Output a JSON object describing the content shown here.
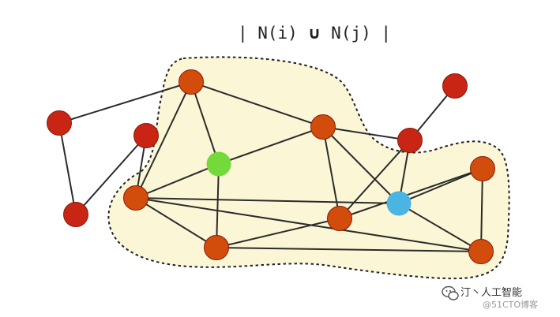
{
  "title": {
    "left": "| N(i) ",
    "union": "∪",
    "right": " N(j) |"
  },
  "colors": {
    "region_fill": "#fbf7d6",
    "region_stroke": "#222222",
    "edge": "#2b2b2b",
    "node_red": "#c82514",
    "node_orange": "#d24c0c",
    "node_green": "#74d93a",
    "node_blue": "#4cb4e3",
    "node_outline": "#8a1a0a"
  },
  "nodes": [
    {
      "id": "a",
      "kind": "red"
    },
    {
      "id": "b",
      "kind": "red"
    },
    {
      "id": "c",
      "kind": "red"
    },
    {
      "id": "d",
      "kind": "red"
    },
    {
      "id": "e",
      "kind": "red"
    },
    {
      "id": "f",
      "kind": "orange"
    },
    {
      "id": "g",
      "kind": "green"
    },
    {
      "id": "h",
      "kind": "orange"
    },
    {
      "id": "k",
      "kind": "orange"
    },
    {
      "id": "l",
      "kind": "orange"
    },
    {
      "id": "m",
      "kind": "orange"
    },
    {
      "id": "n",
      "kind": "blue"
    },
    {
      "id": "o",
      "kind": "orange"
    },
    {
      "id": "p",
      "kind": "orange"
    }
  ],
  "edges": [
    [
      "a",
      "b"
    ],
    [
      "a",
      "f"
    ],
    [
      "b",
      "c"
    ],
    [
      "c",
      "f"
    ],
    [
      "f",
      "g"
    ],
    [
      "f",
      "l"
    ],
    [
      "f",
      "h"
    ],
    [
      "h",
      "g"
    ],
    [
      "h",
      "n"
    ],
    [
      "h",
      "k"
    ],
    [
      "g",
      "l"
    ],
    [
      "h",
      "d"
    ],
    [
      "k",
      "d"
    ],
    [
      "k",
      "m"
    ],
    [
      "k",
      "l"
    ],
    [
      "l",
      "p"
    ],
    [
      "d",
      "e"
    ],
    [
      "d",
      "n"
    ],
    [
      "n",
      "m"
    ],
    [
      "n",
      "o"
    ],
    [
      "n",
      "p"
    ],
    [
      "o",
      "p"
    ],
    [
      "m",
      "p"
    ]
  ],
  "watermark": {
    "main": "汀丶人工智能",
    "sub": "@51CTO博客"
  }
}
